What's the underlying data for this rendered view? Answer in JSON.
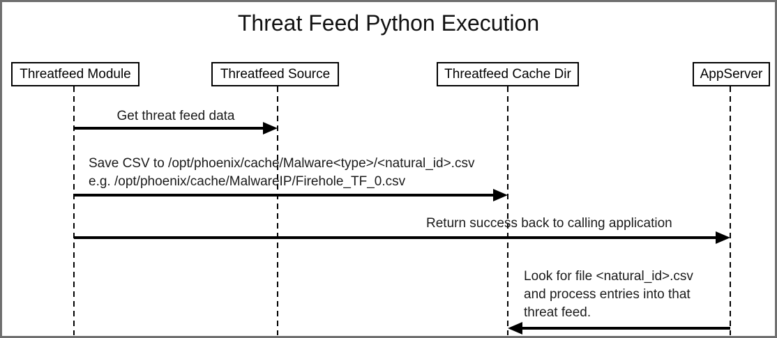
{
  "title": "Threat Feed Python Execution",
  "actors": [
    {
      "label": "Threatfeed Module"
    },
    {
      "label": "Threatfeed Source"
    },
    {
      "label": "Threatfeed Cache Dir"
    },
    {
      "label": "AppServer"
    }
  ],
  "messages": [
    {
      "from": "Threatfeed Module",
      "to": "Threatfeed Source",
      "direction": "right",
      "label": "Get threat feed data"
    },
    {
      "from": "Threatfeed Module",
      "to": "Threatfeed Cache Dir",
      "direction": "right",
      "lines": [
        "Save CSV to /opt/phoenix/cache/Malware<type>/<natural_id>.csv",
        "e.g. /opt/phoenix/cache/MalwareIP/Firehole_TF_0.csv"
      ]
    },
    {
      "from": "Threatfeed Module",
      "to": "AppServer",
      "direction": "right",
      "label": "Return success back to calling application"
    },
    {
      "from": "AppServer",
      "to": "Threatfeed Cache Dir",
      "direction": "left",
      "lines": [
        "Look for file <natural_id>.csv",
        "and process entries into that",
        "threat feed."
      ]
    }
  ],
  "colors": {
    "line": "#000000",
    "frame_border": "#6f6f6f",
    "background": "#ffffff"
  }
}
